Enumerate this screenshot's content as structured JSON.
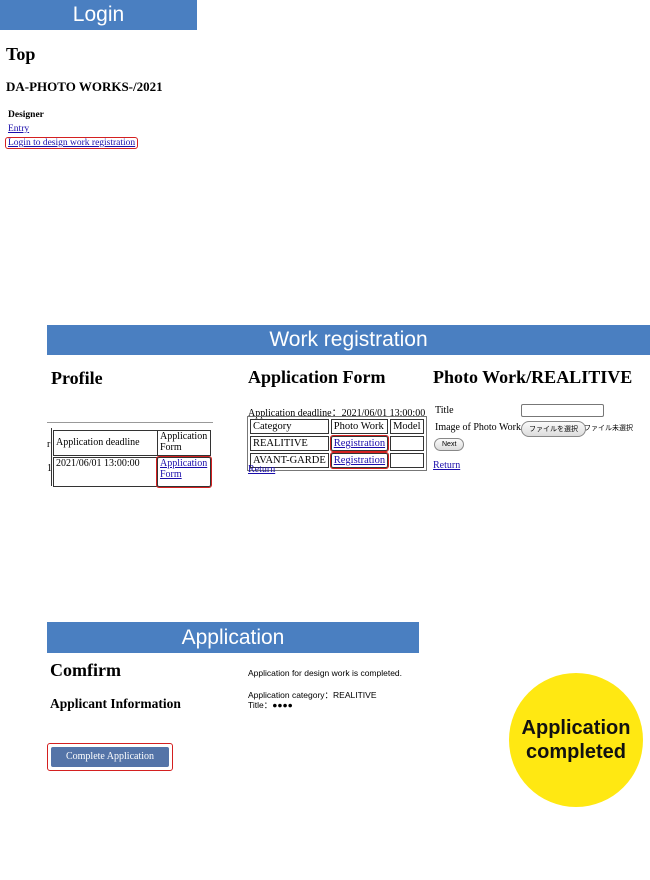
{
  "login_section": {
    "banner": "Login",
    "top_title": "Top",
    "site_title": "DA-PHOTO WORKS-/2021",
    "designer_label": "Designer",
    "entry_link": "Entry",
    "login_link": "Login to design work registration"
  },
  "work_section": {
    "banner": "Work registration",
    "profile": {
      "title": "Profile",
      "col_deadline": "Application deadline",
      "col_form": "Application Form",
      "row_deadline": "2021/06/01 13:00:00",
      "row_link": "Application Form",
      "partial_col": "r",
      "partial_row": "1"
    },
    "application_form": {
      "title": "Application Form",
      "deadline_line": "Application deadline：2021/06/01 13:00:00",
      "headers": [
        "Category",
        "Photo Work",
        "Model"
      ],
      "rows": [
        {
          "category": "REALITIVE",
          "link": "Registration"
        },
        {
          "category": "AVANT-GARDE",
          "link": "Registration"
        }
      ],
      "return_link": "Return"
    },
    "photo_work": {
      "title": "Photo Work/REALITIVE",
      "title_label": "Title",
      "image_label": "Image of Photo Work",
      "file_button": "ファイルを選択",
      "file_status": "ファイル未選択",
      "next_button": "Next",
      "return_link": "Return"
    }
  },
  "application_section": {
    "banner": "Application",
    "confirm_title": "Comfirm",
    "applicant_info": "Applicant Information",
    "complete_button": "Complete Application",
    "completed_message": "Application for design work is completed.",
    "category_line": "Application category：REALITIVE",
    "title_line": "Title：●●●●",
    "badge_text": "Application completed"
  },
  "colors": {
    "banner": "#4a7fc1",
    "highlight": "#d42020",
    "badge": "#ffe812",
    "button": "#5474a8"
  }
}
